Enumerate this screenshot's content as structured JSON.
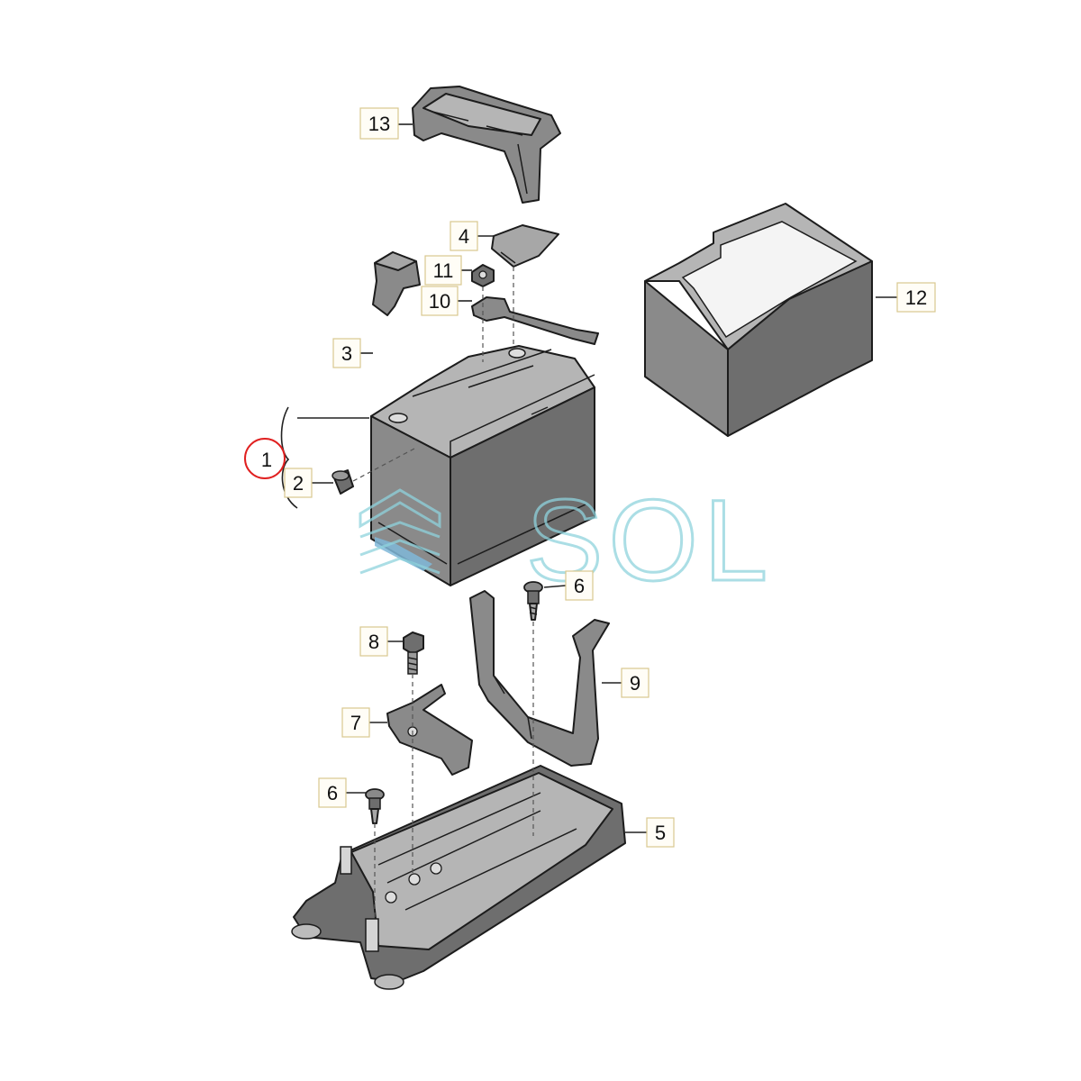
{
  "callouts": {
    "c1": "1",
    "c2": "2",
    "c3": "3",
    "c4": "4",
    "c5": "5",
    "c6a": "6",
    "c6b": "6",
    "c7": "7",
    "c8": "8",
    "c9": "9",
    "c10": "10",
    "c11": "11",
    "c12": "12",
    "c13": "13"
  },
  "watermark": {
    "text": "SOL",
    "color": "#8fd3dd"
  },
  "highlight_color": "#e02020"
}
